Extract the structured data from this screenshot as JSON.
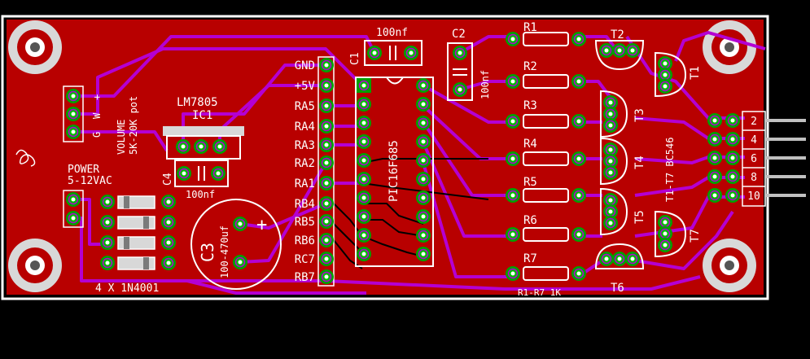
{
  "colors": {
    "background": "#000000",
    "board": "#b80000",
    "outline": "#ffffff",
    "trace_top": "#b400d2",
    "trace_bottom": "#000000",
    "pad": "#00a000",
    "pad_ring": "#00c000",
    "silk": "#ffffff",
    "via_core": "#ffffff"
  },
  "labels": {
    "c1": "C1",
    "c1_val": "100nf",
    "c2": "C2",
    "c2_val": "100nf",
    "c3": "C3",
    "c3_val": "100-470uf",
    "c3_plus": "+",
    "c4": "C4",
    "c4_val": "100nf",
    "ic1": "IC1",
    "lm7805": "LM7805",
    "mcu": "PIC16F685",
    "power_title": "POWER",
    "power_range": "5-12VAC",
    "volume_title": "VOLUME",
    "volume_range": "5K-20K pot",
    "pot_g": "G",
    "pot_w": "W",
    "pot_plus": "+",
    "diodes": "4 X 1N4001",
    "resistor_note": "R1-R7 1K",
    "transistor_note": "T1-T7 BC546"
  },
  "header_pins": [
    "GND",
    "+5V",
    "RA5",
    "RA4",
    "RA3",
    "RA2",
    "RA1",
    "RB4",
    "RB5",
    "RB6",
    "RC7",
    "RB7"
  ],
  "resistors": [
    "R1",
    "R2",
    "R3",
    "R4",
    "R5",
    "R6",
    "R7"
  ],
  "transistors": [
    "T1",
    "T2",
    "T3",
    "T4",
    "T5",
    "T6",
    "T7"
  ],
  "connector_pins": [
    "2",
    "4",
    "6",
    "8",
    "10"
  ]
}
